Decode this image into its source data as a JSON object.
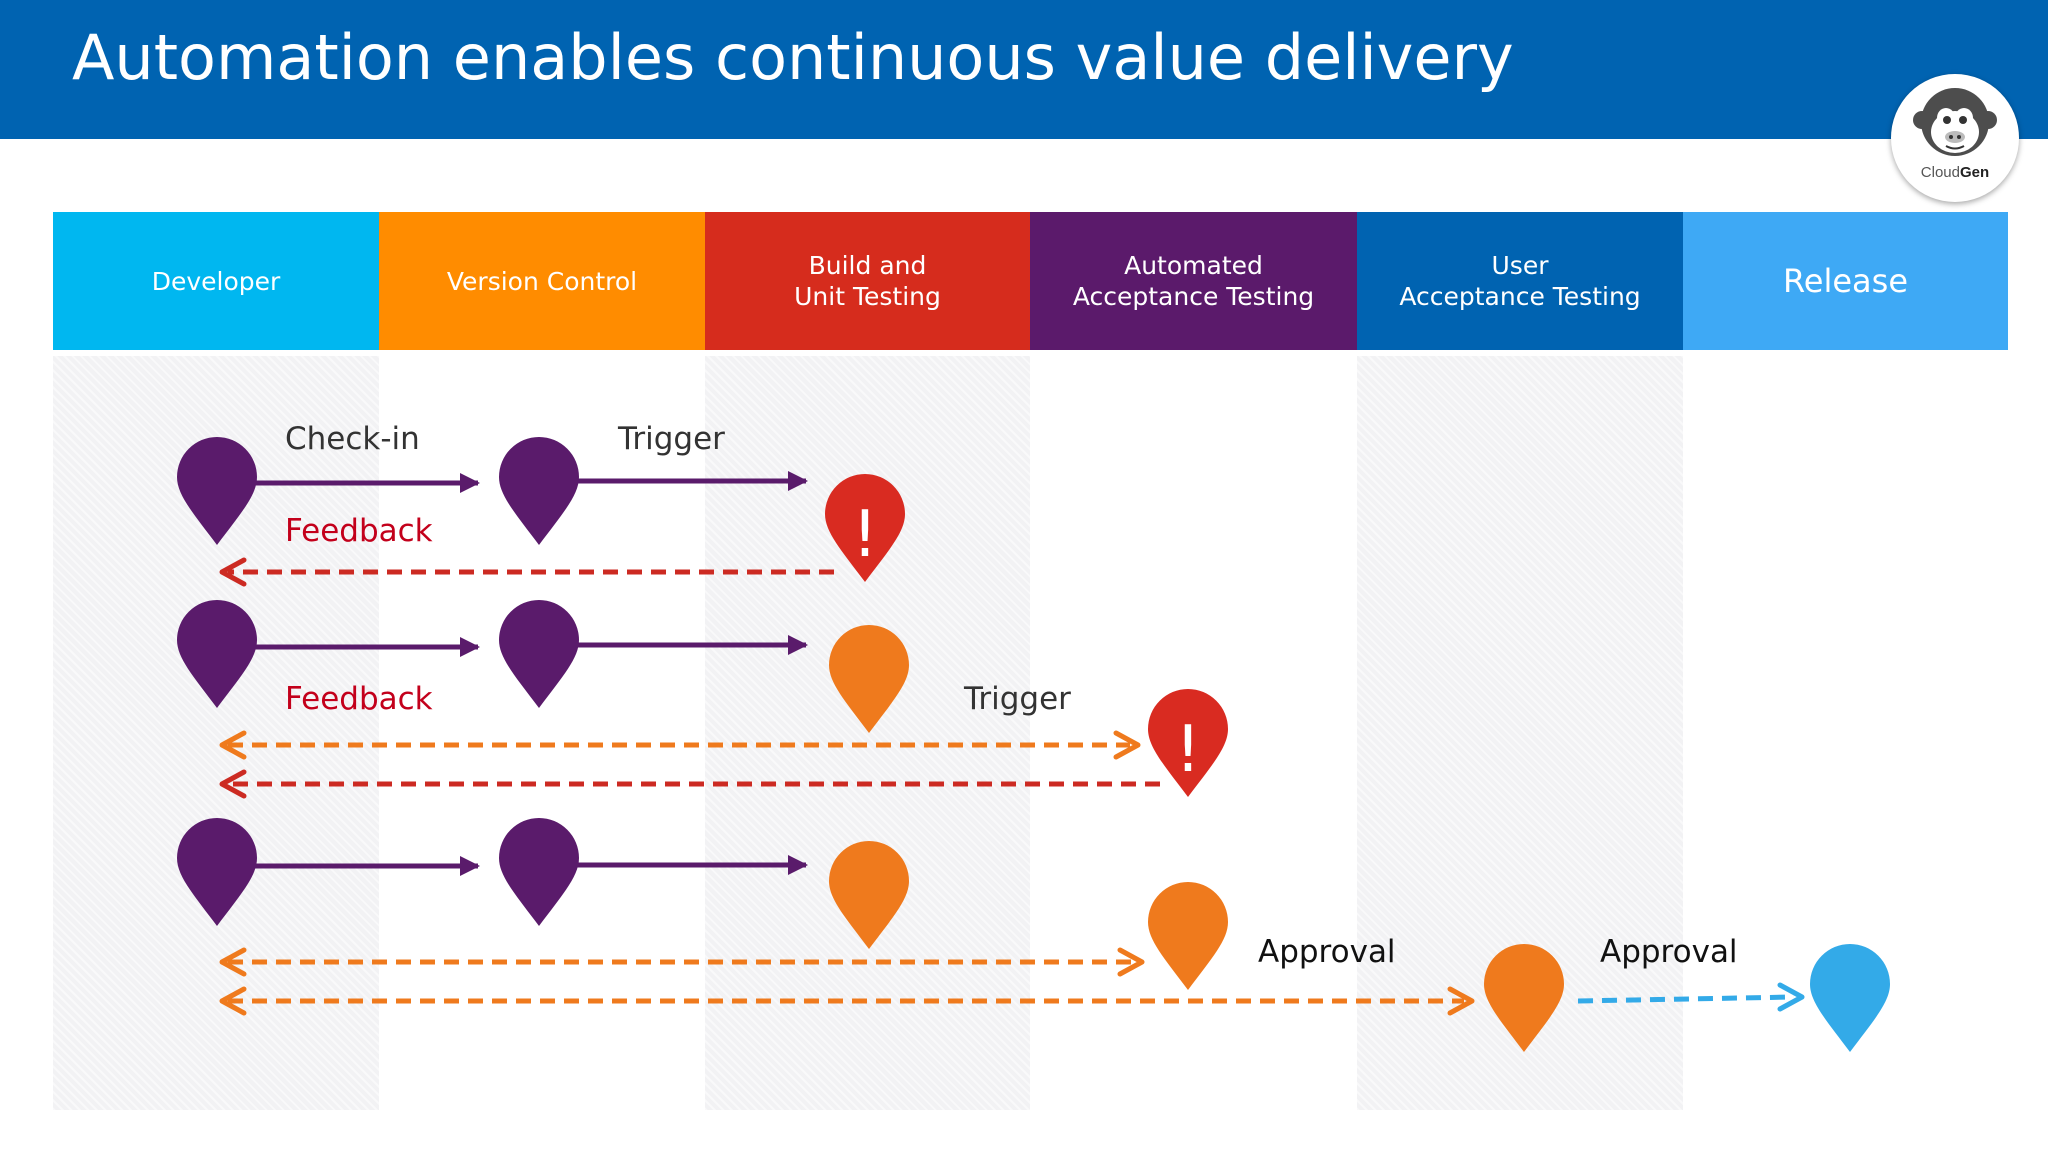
{
  "slide": {
    "title": "Automation enables continuous value delivery",
    "header_color": "#0063b1"
  },
  "logo": {
    "name_light": "Cloud",
    "name_bold": "Gen",
    "icon": "monkey-face-icon"
  },
  "stages": [
    {
      "label": "Developer",
      "color": "#00b7f0"
    },
    {
      "label": "Version Control",
      "color": "#ff8c00"
    },
    {
      "label": "Build and\nUnit Testing",
      "color": "#d62c1d"
    },
    {
      "label": "Automated\nAcceptance Testing",
      "color": "#5b1a6b"
    },
    {
      "label": "User\nAcceptance Testing",
      "color": "#0063b1"
    },
    {
      "label": "Release",
      "color": "#3ea9f5"
    }
  ],
  "flow_labels": {
    "checkin": "Check-in",
    "trigger_1": "Trigger",
    "feedback_1": "Feedback",
    "feedback_2": "Feedback",
    "trigger_2": "Trigger",
    "approval_1": "Approval",
    "approval_2": "Approval"
  },
  "colors": {
    "developer_pin": "#5a1b6b",
    "vc_pin": "#5a1b6b",
    "stage_pass_pin": "#ef7a1d",
    "failure_pin": "#d92b21",
    "release_pin": "#33aae8",
    "feedback_fail": "#cc2a22",
    "feedback_ok": "#ef7a1d",
    "approval_release": "#33aae8",
    "text_dark": "#333333",
    "text_red": "#c3001b"
  }
}
